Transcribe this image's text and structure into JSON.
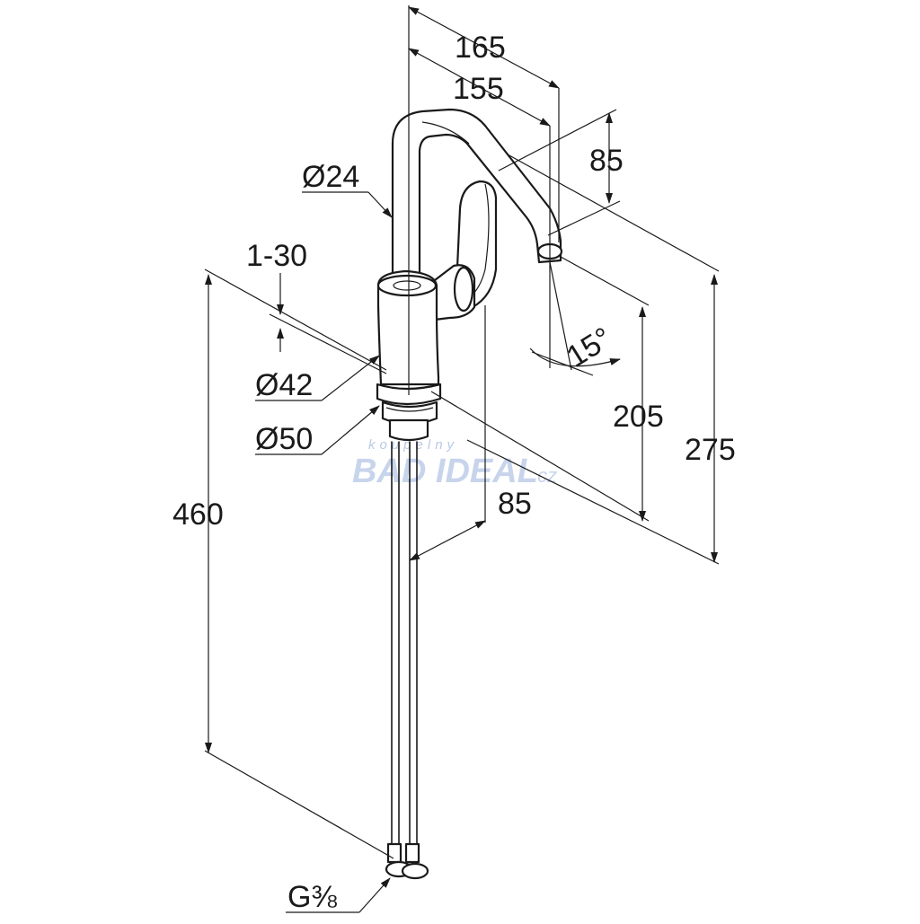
{
  "dimensions": {
    "top_outer": "165",
    "top_inner": "155",
    "spout_height": "85",
    "pipe_diameter": "Ø24",
    "range": "1-30",
    "body_diameter": "Ø42",
    "base_diameter": "Ø50",
    "angle": "15°",
    "spout_clearance": "205",
    "total_height": "275",
    "depth": "85",
    "hose_length": "460",
    "thread": "G⅜"
  },
  "watermark": {
    "line1": "koupelny",
    "line2": "BAD IDEAL",
    "line3": ".cz"
  }
}
